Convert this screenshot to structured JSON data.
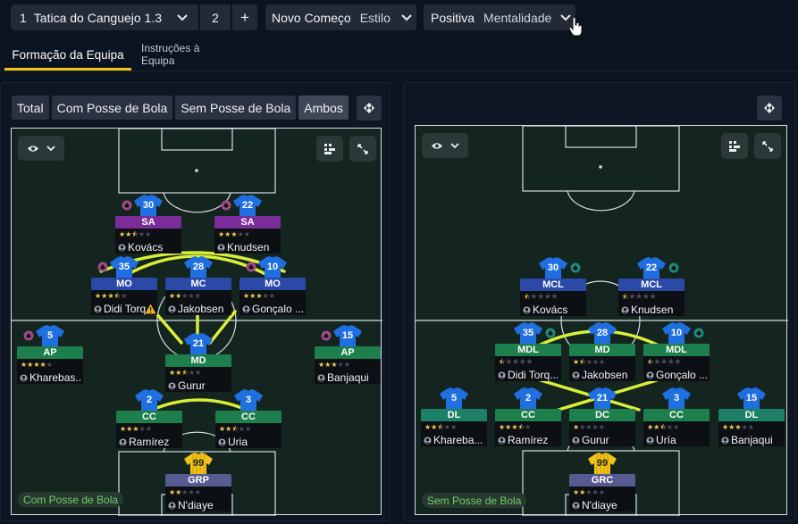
{
  "topbar": {
    "tactic_index": "1",
    "tactic_name": "Tatica do Canguejo 1.3",
    "slot_number": "2",
    "add_label": "+",
    "style_value": "Novo Começo",
    "style_label": "Estilo",
    "mentality_value": "Positiva",
    "mentality_label": "Mentalidade"
  },
  "tabs": [
    {
      "label": "Formação da Equipa"
    },
    {
      "label": "Instruções à Equipa"
    }
  ],
  "filters": [
    "Total",
    "Com Posse de Bola",
    "Sem Posse de Bola",
    "Ambos"
  ],
  "colors": {
    "accent": "#f2c318",
    "shirt_blue": "#1f6fe0",
    "shirt_gk": "#f2c318",
    "link_line": "#d8ef3a"
  },
  "left_pitch": {
    "phase_label": "Com Posse de Bola",
    "players": [
      {
        "num": "30",
        "role": "SA",
        "name": "Kovács",
        "stars": 2.5
      },
      {
        "num": "22",
        "role": "SA",
        "name": "Knudsen",
        "stars": 3
      },
      {
        "num": "35",
        "role": "MO",
        "name": "Didi Torq...",
        "stars": 3.5
      },
      {
        "num": "28",
        "role": "MC",
        "name": "Jakobsen",
        "stars": 2
      },
      {
        "num": "10",
        "role": "MO",
        "name": "Gonçalo ...",
        "stars": 3
      },
      {
        "num": "5",
        "role": "AP",
        "name": "Kharebas...",
        "stars": 4
      },
      {
        "num": "21",
        "role": "MD",
        "name": "Gurur",
        "stars": 2.5
      },
      {
        "num": "15",
        "role": "AP",
        "name": "Banjaqui",
        "stars": 3
      },
      {
        "num": "2",
        "role": "CC",
        "name": "Ramírez",
        "stars": 3
      },
      {
        "num": "3",
        "role": "CC",
        "name": "Uria",
        "stars": 2.5
      },
      {
        "num": "99",
        "role": "GRP",
        "name": "N'diaye",
        "stars": 2
      }
    ]
  },
  "right_pitch": {
    "phase_label": "Sem Posse de Bola",
    "players": [
      {
        "num": "30",
        "role": "MCL",
        "name": "Kovács",
        "stars": 0.5
      },
      {
        "num": "22",
        "role": "MCL",
        "name": "Knudsen",
        "stars": 0.5
      },
      {
        "num": "35",
        "role": "MDL",
        "name": "Didi Torq...",
        "stars": 0.5
      },
      {
        "num": "28",
        "role": "MD",
        "name": "Jakobsen",
        "stars": 1.5
      },
      {
        "num": "10",
        "role": "MDL",
        "name": "Gonçalo ...",
        "stars": 0.5
      },
      {
        "num": "5",
        "role": "DL",
        "name": "Khareba...",
        "stars": 2.5
      },
      {
        "num": "2",
        "role": "CC",
        "name": "Ramírez",
        "stars": 3.5
      },
      {
        "num": "21",
        "role": "DC",
        "name": "Gurur",
        "stars": 1
      },
      {
        "num": "3",
        "role": "CC",
        "name": "Uría",
        "stars": 2.5
      },
      {
        "num": "15",
        "role": "DL",
        "name": "Banjaqui",
        "stars": 3
      },
      {
        "num": "99",
        "role": "GRC",
        "name": "N'diaye",
        "stars": 2
      }
    ]
  }
}
